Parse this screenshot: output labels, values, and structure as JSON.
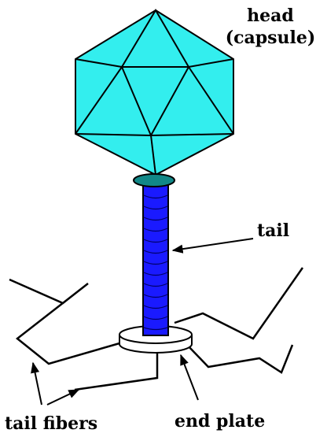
{
  "diagram": {
    "labels": {
      "head": "head",
      "capsule": "(capsule)",
      "tail": "tail",
      "tail_fibers": "tail fibers",
      "end_plate": "end plate"
    },
    "colors": {
      "head_fill": "#33eeee",
      "collar_fill": "#118888",
      "tail_fill": "#1a1aff",
      "tail_stripe": "#000066",
      "end_plate_fill": "#ffffff",
      "line": "#000000"
    }
  }
}
